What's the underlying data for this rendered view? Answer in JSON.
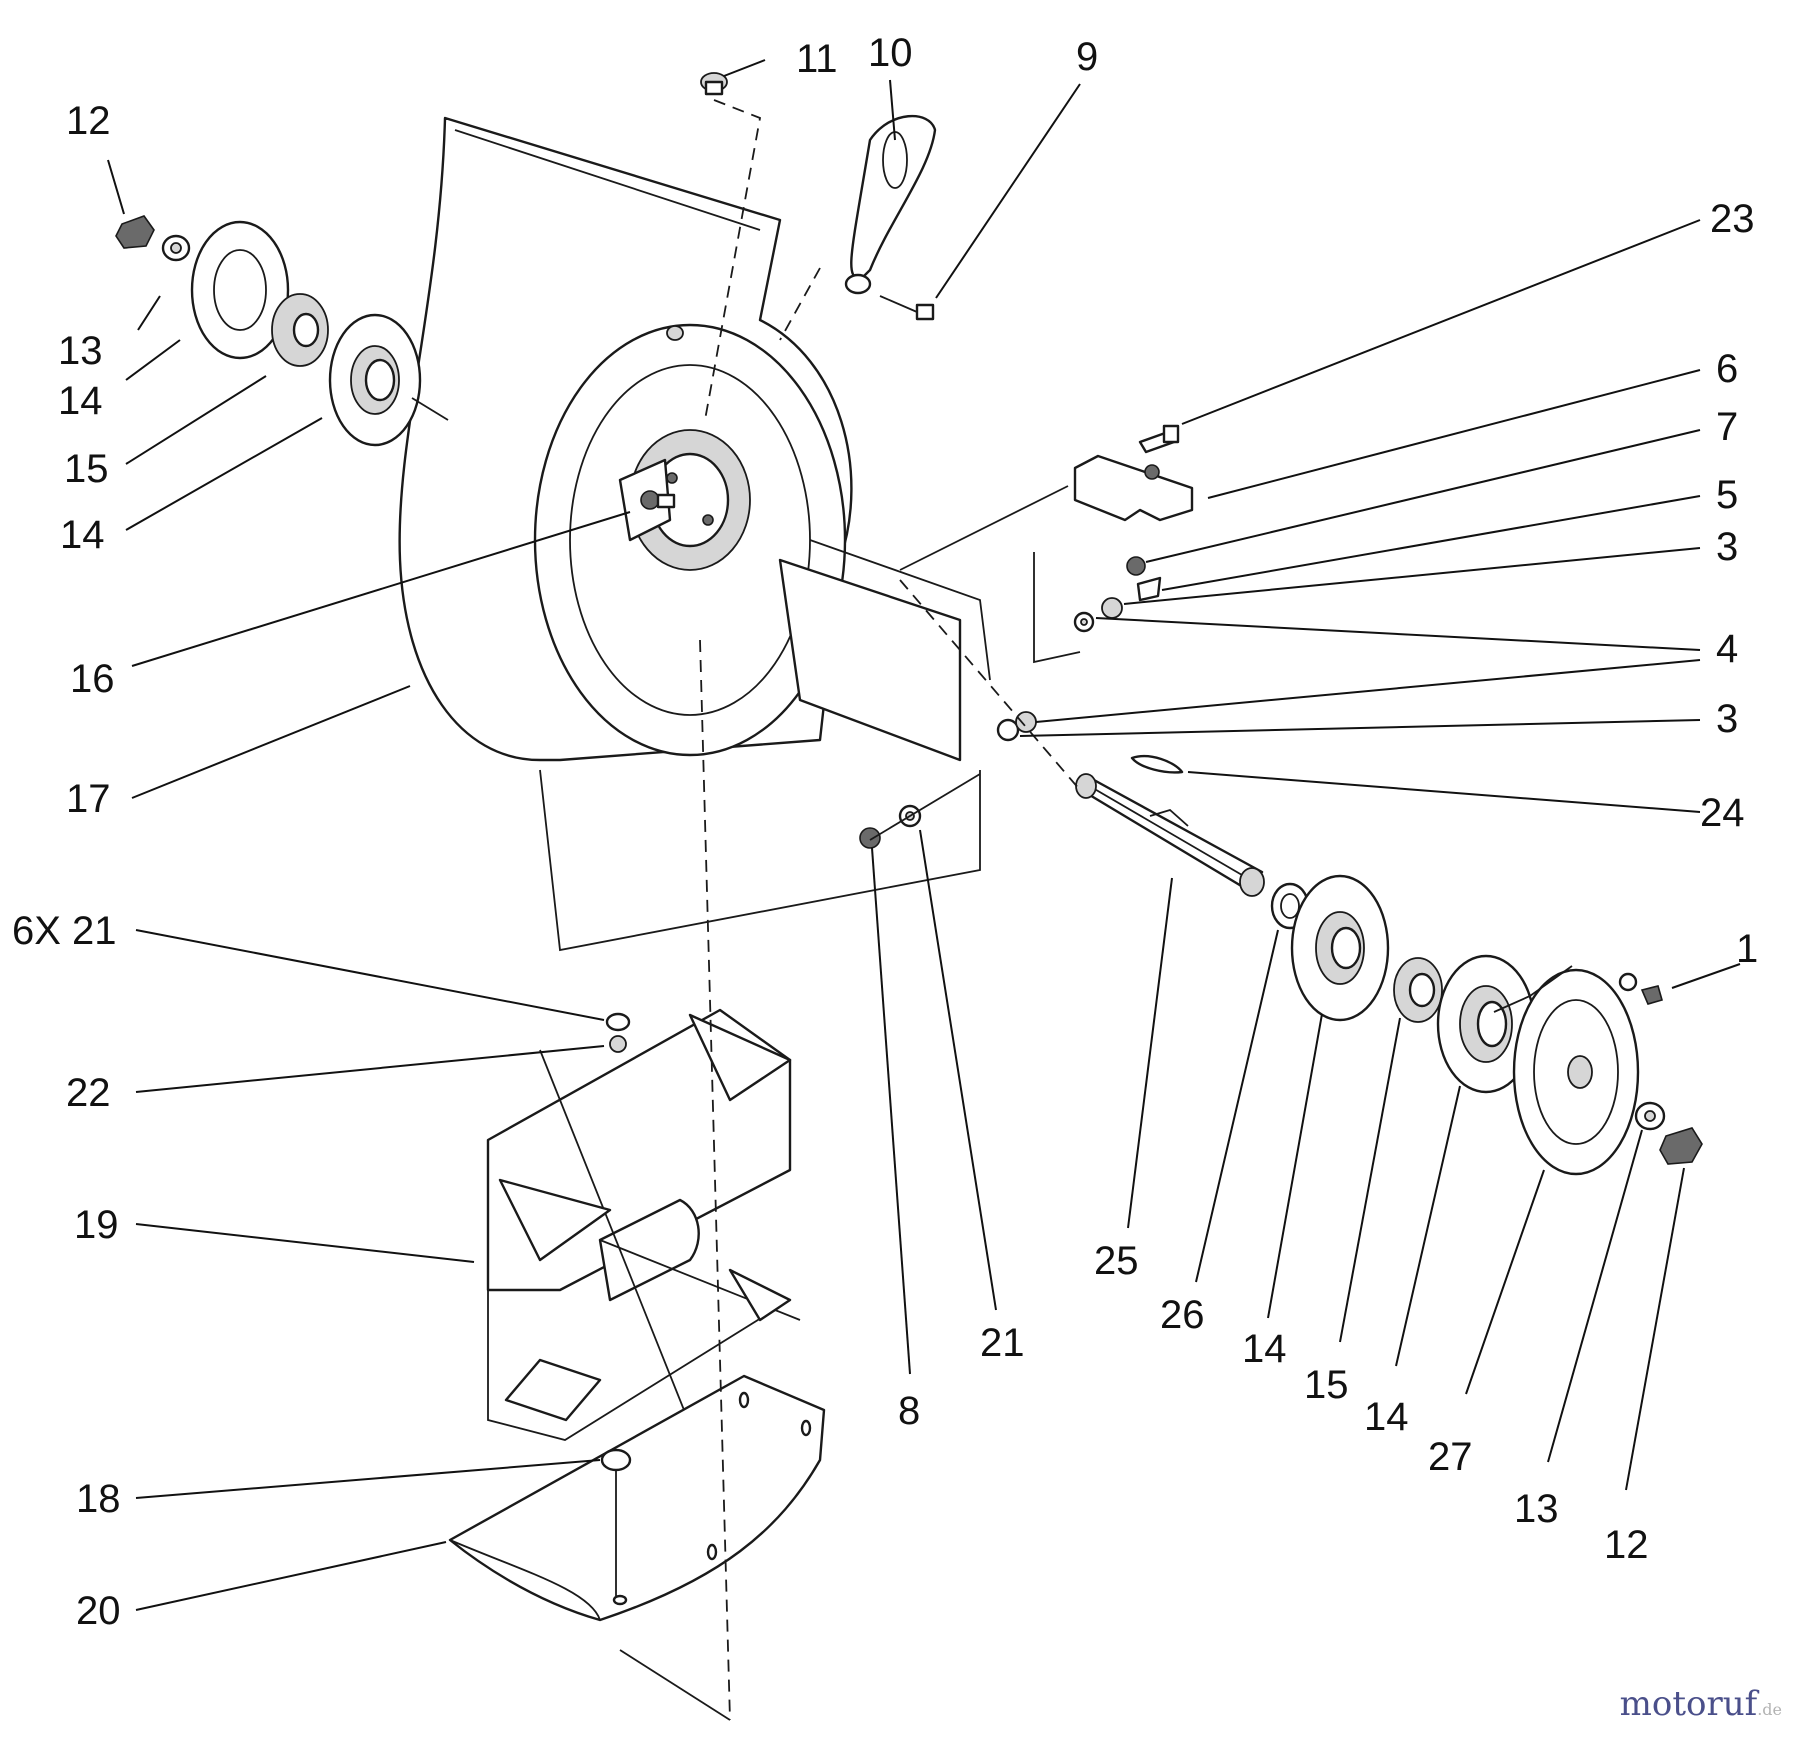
{
  "watermark": {
    "brand": "motoruf",
    "suffix": ".de"
  },
  "callouts": [
    {
      "id": "c11",
      "label": "11"
    },
    {
      "id": "c10",
      "label": "10"
    },
    {
      "id": "c9",
      "label": "9"
    },
    {
      "id": "c12-left",
      "label": "12"
    },
    {
      "id": "c13-left",
      "label": "13"
    },
    {
      "id": "c14-left-a",
      "label": "14"
    },
    {
      "id": "c15-left",
      "label": "15"
    },
    {
      "id": "c14-left-b",
      "label": "14"
    },
    {
      "id": "c23",
      "label": "23"
    },
    {
      "id": "c6",
      "label": "6"
    },
    {
      "id": "c7",
      "label": "7"
    },
    {
      "id": "c5",
      "label": "5"
    },
    {
      "id": "c3-a",
      "label": "3"
    },
    {
      "id": "c4",
      "label": "4"
    },
    {
      "id": "c3-b",
      "label": "3"
    },
    {
      "id": "c24",
      "label": "24"
    },
    {
      "id": "c16",
      "label": "16"
    },
    {
      "id": "c17",
      "label": "17"
    },
    {
      "id": "c1",
      "label": "1"
    },
    {
      "id": "c6x21",
      "label": "6X 21"
    },
    {
      "id": "c22",
      "label": "22"
    },
    {
      "id": "c19",
      "label": "19"
    },
    {
      "id": "c25",
      "label": "25"
    },
    {
      "id": "c26",
      "label": "26"
    },
    {
      "id": "c14-right-a",
      "label": "14"
    },
    {
      "id": "c15-right",
      "label": "15"
    },
    {
      "id": "c14-right-b",
      "label": "14"
    },
    {
      "id": "c27",
      "label": "27"
    },
    {
      "id": "c13-right",
      "label": "13"
    },
    {
      "id": "c12-right",
      "label": "12"
    },
    {
      "id": "c21",
      "label": "21"
    },
    {
      "id": "c8",
      "label": "8"
    },
    {
      "id": "c18",
      "label": "18"
    },
    {
      "id": "c20",
      "label": "20"
    }
  ]
}
